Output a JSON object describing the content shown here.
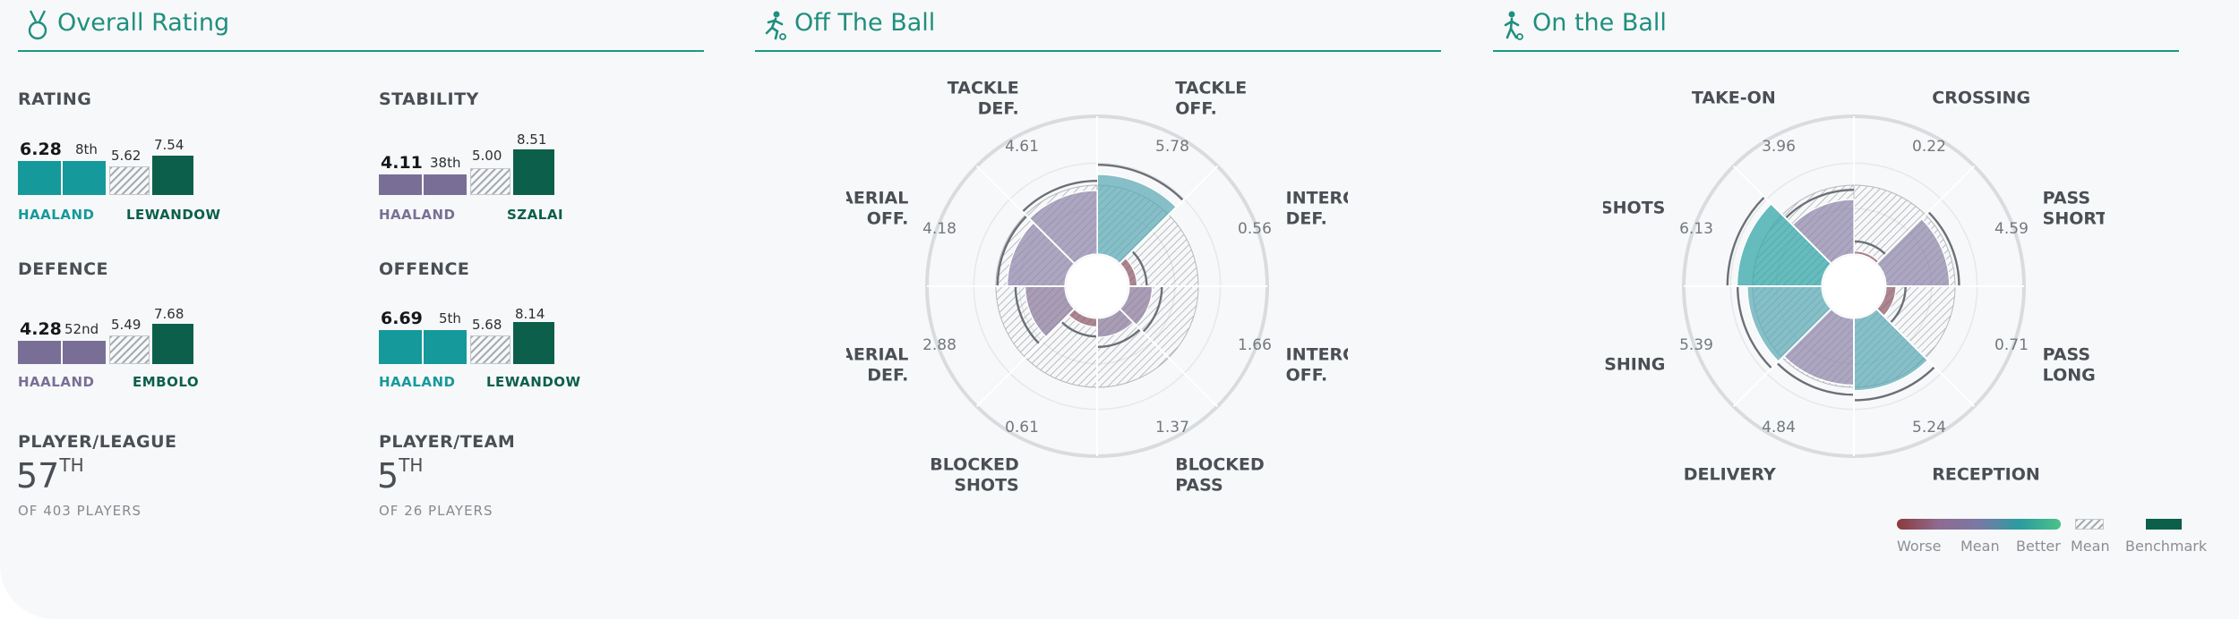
{
  "colors": {
    "accent": "#1a9a86",
    "haaland_teal": "#16999b",
    "haaland_purple": "#796f96",
    "benchmark": "#0b5f4b",
    "worse": "#8a3b3b",
    "better": "#4cc187"
  },
  "overall": {
    "title": "Overall Rating",
    "icon": "medal-icon",
    "rating": {
      "label": "RATING",
      "player_value": "6.28",
      "rank": "8th",
      "mean_value": "5.62",
      "benchmark_value": "7.54",
      "player_name": "HAALAND",
      "benchmark_name": "LEWANDOW"
    },
    "stability": {
      "label": "STABILITY",
      "player_value": "4.11",
      "rank": "38th",
      "mean_value": "5.00",
      "benchmark_value": "8.51",
      "player_name": "HAALAND",
      "benchmark_name": "SZALAI"
    },
    "defence": {
      "label": "DEFENCE",
      "player_value": "4.28",
      "rank": "52nd",
      "mean_value": "5.49",
      "benchmark_value": "7.68",
      "player_name": "HAALAND",
      "benchmark_name": "EMBOLO"
    },
    "offence": {
      "label": "OFFENCE",
      "player_value": "6.69",
      "rank": "5th",
      "mean_value": "5.68",
      "benchmark_value": "8.14",
      "player_name": "HAALAND",
      "benchmark_name": "LEWANDOW"
    },
    "player_league": {
      "label": "PLAYER/LEAGUE",
      "rank": "57",
      "suffix": "TH",
      "sub": "OF 403 PLAYERS"
    },
    "player_team": {
      "label": "PLAYER/TEAM",
      "rank": "5",
      "suffix": "TH",
      "sub": "OF 26 PLAYERS"
    }
  },
  "off_ball": {
    "title": "Off The Ball",
    "icon": "running-player-icon",
    "metrics": [
      {
        "label": "TACKLE\nOFF.",
        "value": "5.78"
      },
      {
        "label": "INTERCEPT\nDEF.",
        "value": "0.56"
      },
      {
        "label": "INTERCEPT\nOFF.",
        "value": "1.66"
      },
      {
        "label": "BLOCKED\nPASS",
        "value": "1.37"
      },
      {
        "label": "BLOCKED\nSHOTS",
        "value": "0.61"
      },
      {
        "label": "AERIAL\nDEF.",
        "value": "2.88"
      },
      {
        "label": "AERIAL\nOFF.",
        "value": "4.18"
      },
      {
        "label": "TACKLE\nDEF.",
        "value": "4.61"
      }
    ]
  },
  "on_ball": {
    "title": "On the Ball",
    "icon": "dribbling-player-icon",
    "metrics": [
      {
        "label": "CROSSING",
        "value": "0.22"
      },
      {
        "label": "PASS\nSHORT",
        "value": "4.59"
      },
      {
        "label": "PASS\nLONG",
        "value": "0.71"
      },
      {
        "label": "RECEPTION",
        "value": "5.24"
      },
      {
        "label": "DELIVERY",
        "value": "4.84"
      },
      {
        "label": "FINISHING",
        "value": "5.39"
      },
      {
        "label": "SHOTS",
        "value": "6.13"
      },
      {
        "label": "TAKE-ON",
        "value": "3.96"
      }
    ]
  },
  "legend": {
    "worse": "Worse",
    "mean": "Mean",
    "better": "Better",
    "mean_hatch": "Mean",
    "benchmark": "Benchmark"
  }
}
